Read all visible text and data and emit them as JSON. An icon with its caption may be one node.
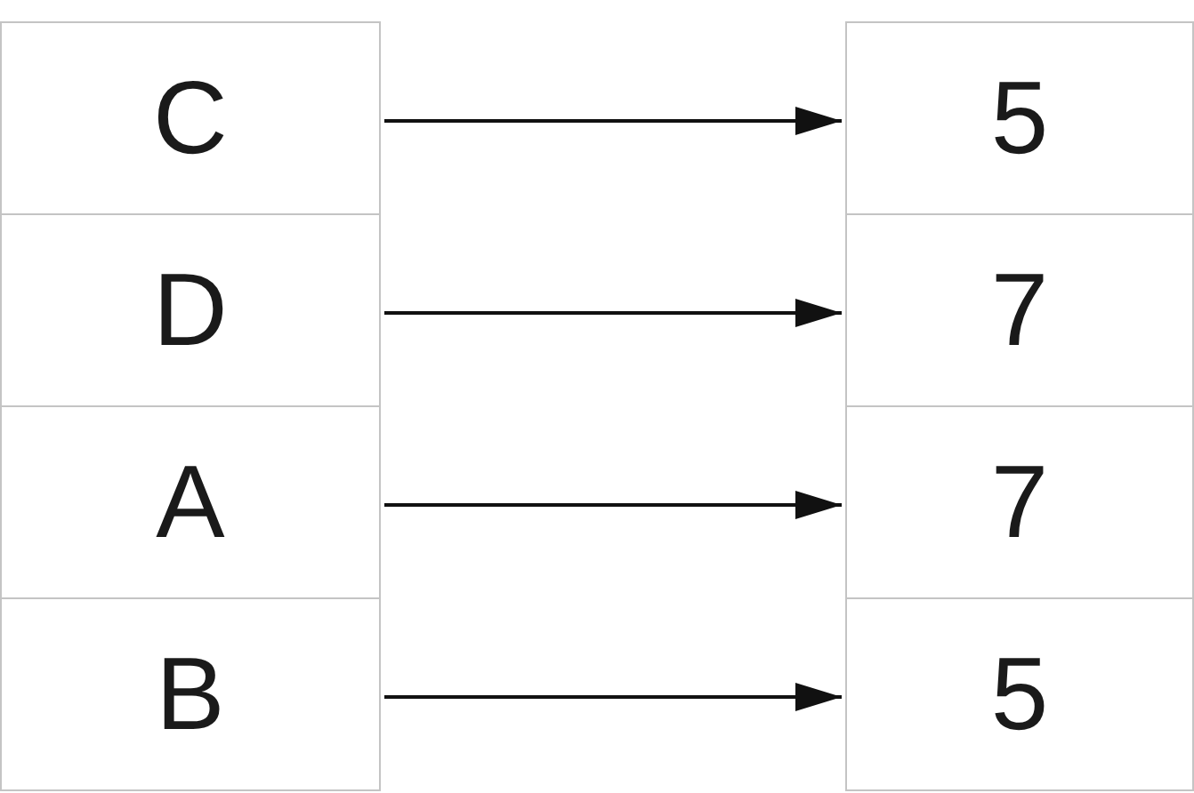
{
  "diagram": {
    "nodes": [
      {
        "text": [
          "C"
        ]
      },
      {
        "text": [
          "5"
        ]
      },
      {
        "text": [
          "D"
        ]
      },
      {
        "text": [
          "7"
        ]
      },
      {
        "text": [
          "A"
        ]
      },
      {
        "text": [
          "7"
        ]
      },
      {
        "text": [
          "B"
        ]
      },
      {
        "text": [
          "5"
        ]
      }
    ],
    "edges": [
      {
        "from": 0,
        "to": 1,
        "arrow": "to"
      },
      {
        "from": 2,
        "to": 3,
        "arrow": "to"
      },
      {
        "from": 4,
        "to": 5,
        "arrow": "to"
      },
      {
        "from": 6,
        "to": 7,
        "arrow": "to"
      }
    ]
  }
}
